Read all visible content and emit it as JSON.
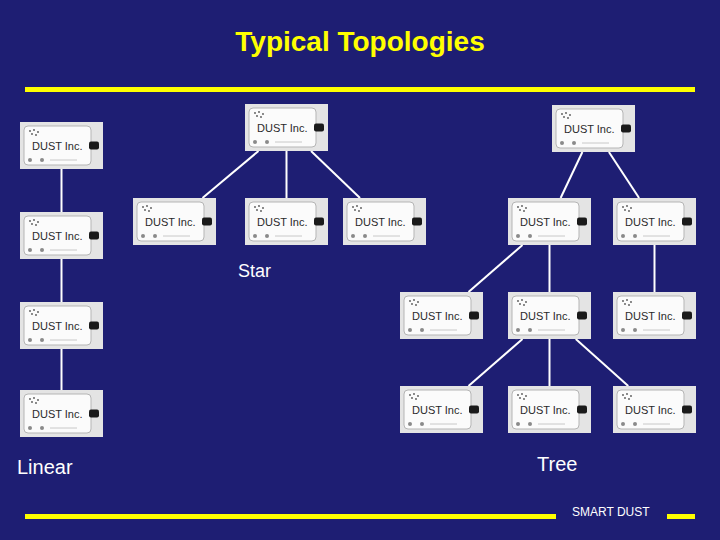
{
  "diagram": {
    "title": "Typical Topologies",
    "nodes": [
      {
        "text": [
          "DUST Inc."
        ]
      },
      {
        "text": [
          "DUST Inc."
        ]
      },
      {
        "text": [
          "DUST Inc."
        ]
      },
      {
        "text": [
          "DUST Inc."
        ]
      },
      {
        "text": [
          "DUST Inc."
        ]
      },
      {
        "text": [
          "DUST Inc."
        ]
      },
      {
        "text": [
          "DUST Inc."
        ]
      },
      {
        "text": [
          "DUST Inc."
        ]
      },
      {
        "text": [
          "DUST Inc."
        ]
      },
      {
        "text": [
          "DUST Inc."
        ]
      },
      {
        "text": [
          "DUST Inc."
        ]
      },
      {
        "text": [
          "DUST Inc."
        ]
      },
      {
        "text": [
          "DUST Inc."
        ]
      },
      {
        "text": [
          "DUST Inc."
        ]
      },
      {
        "text": [
          "DUST Inc."
        ]
      },
      {
        "text": [
          "DUST Inc."
        ]
      },
      {
        "text": [
          "DUST Inc."
        ]
      }
    ],
    "edges": [
      {
        "from": 0,
        "to": 1,
        "arrow": "none"
      },
      {
        "from": 1,
        "to": 2,
        "arrow": "none"
      },
      {
        "from": 2,
        "to": 3,
        "arrow": "none"
      },
      {
        "from": 4,
        "to": 5,
        "arrow": "none"
      },
      {
        "from": 4,
        "to": 6,
        "arrow": "none"
      },
      {
        "from": 4,
        "to": 7,
        "arrow": "none"
      },
      {
        "from": 8,
        "to": 9,
        "arrow": "none"
      },
      {
        "from": 8,
        "to": 10,
        "arrow": "none"
      },
      {
        "from": 9,
        "to": 11,
        "arrow": "none"
      },
      {
        "from": 9,
        "to": 12,
        "arrow": "none"
      },
      {
        "from": 10,
        "to": 13,
        "arrow": "none"
      },
      {
        "from": 12,
        "to": 14,
        "arrow": "none"
      },
      {
        "from": 12,
        "to": 15,
        "arrow": "none"
      },
      {
        "from": 12,
        "to": 16,
        "arrow": "none"
      }
    ],
    "labels": [
      "Star",
      "Linear",
      "Tree",
      "SMART DUST"
    ]
  }
}
